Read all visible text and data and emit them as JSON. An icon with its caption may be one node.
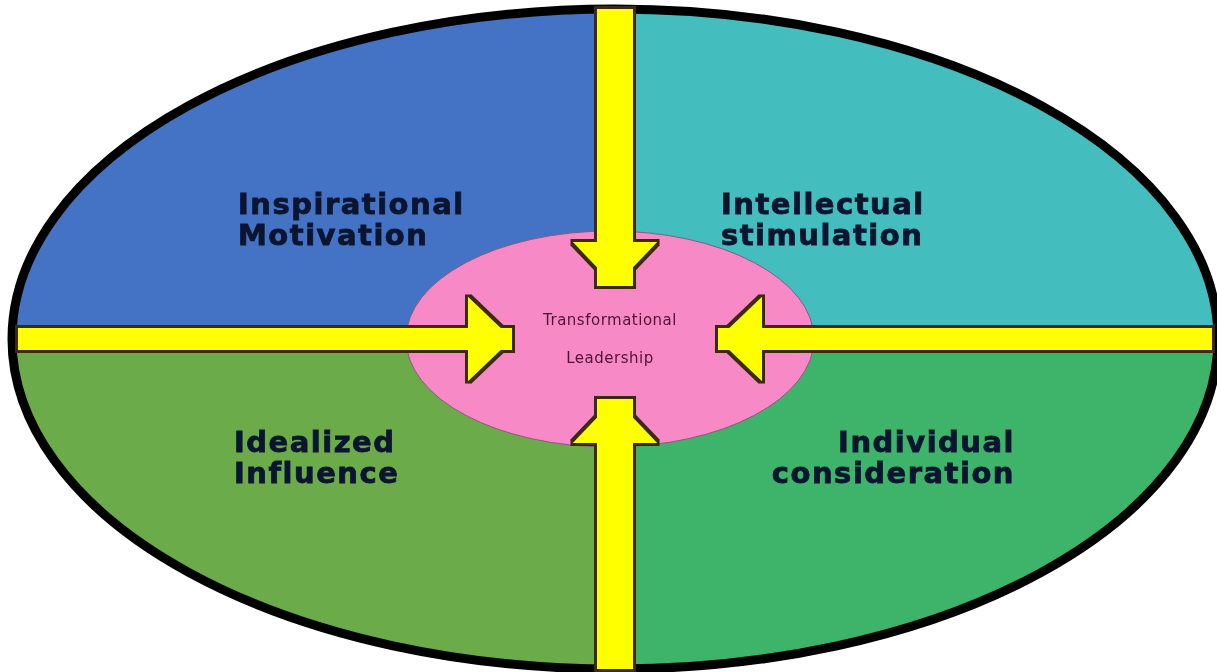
{
  "diagram": {
    "nodes": [
      {
        "text": [],
        "shape": "circle"
      },
      {
        "text": [
          "Inspirational Motivation"
        ],
        "in": 0
      },
      {
        "text": [
          "Intellectual stimulation"
        ],
        "in": 0
      },
      {
        "text": [
          "Idealized Influence"
        ],
        "in": 0
      },
      {
        "text": [
          "Individual consideration"
        ],
        "in": 0
      },
      {
        "text": [
          "Transformational Leadership"
        ],
        "in": 0
      }
    ],
    "edges": [
      {
        "from": 0,
        "to": 5,
        "arrow": "to"
      },
      {
        "from": 0,
        "to": 5,
        "arrow": "to"
      },
      {
        "from": 0,
        "to": 5,
        "arrow": "to"
      },
      {
        "from": 0,
        "to": 5,
        "arrow": "to"
      }
    ]
  }
}
